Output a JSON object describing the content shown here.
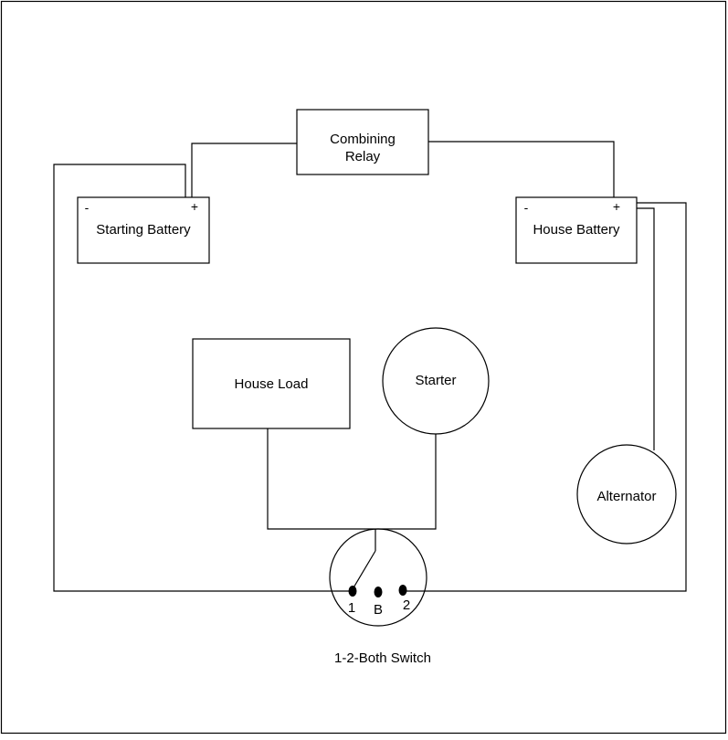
{
  "relay": {
    "line1": "Combining",
    "line2": "Relay"
  },
  "starting_battery": {
    "label": "Starting Battery",
    "neg": "-",
    "pos": "+"
  },
  "house_battery": {
    "label": "House Battery",
    "neg": "-",
    "pos": "+"
  },
  "house_load": {
    "label": "House Load"
  },
  "starter": {
    "label": "Starter"
  },
  "alternator": {
    "label": "Alternator"
  },
  "switch": {
    "label": "1-2-Both Switch",
    "terminal_1": "1",
    "terminal_b": "B",
    "terminal_2": "2"
  }
}
